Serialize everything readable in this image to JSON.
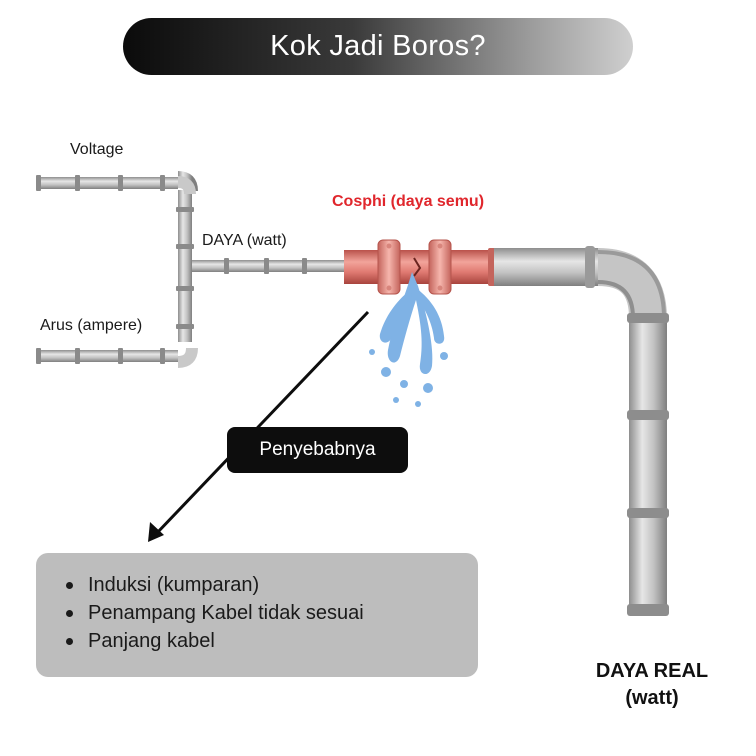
{
  "title": "Kok Jadi Boros?",
  "labels": {
    "voltage": "Voltage",
    "arus": "Arus (ampere)",
    "daya": "DAYA (watt)",
    "cosphi": "Cosphi (daya semu)",
    "daya_real": "DAYA REAL (watt)"
  },
  "cause_label": "Penyebabnya",
  "causes": [
    "Induksi (kumparan)",
    "Penampang Kabel tidak sesuai",
    "Panjang kabel"
  ],
  "colors": {
    "pipe": "#c4c4c4",
    "leak_pipe": "#e07a72",
    "water": "#7fb2e5",
    "cosphi_text": "#e0262c"
  }
}
